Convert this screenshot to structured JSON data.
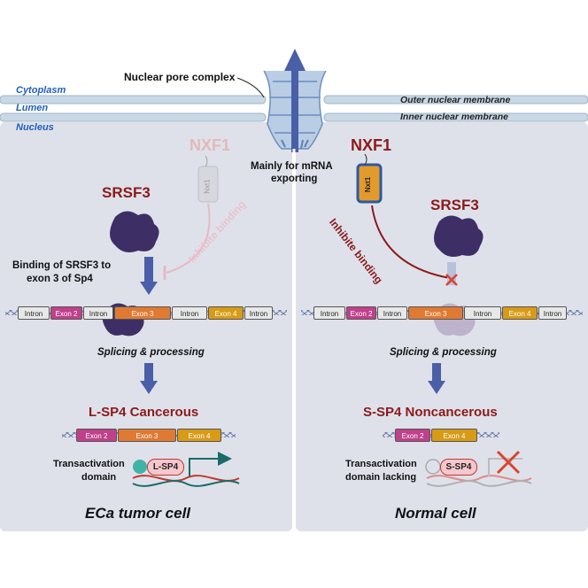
{
  "regions": {
    "cytoplasm": "Cytoplasm",
    "lumen": "Lumen",
    "nucleus": "Nucleus",
    "outer_membrane": "Outer nuclear membrane",
    "inner_membrane": "Inner nuclear membrane"
  },
  "pore": {
    "label": "Nuclear pore complex",
    "function_line1": "Mainly for mRNA",
    "function_line2": "exporting"
  },
  "left": {
    "nxf1": "NXF1",
    "nxt1": "Nxt1",
    "srsf3": "SRSF3",
    "inhibit": "Inhibite binding",
    "binding_line1": "Binding of SRSF3 to",
    "binding_line2": "exon 3 of  Sp4",
    "gene": [
      "Intron",
      "Exon 2",
      "Intron",
      "Exon 3",
      "Intron",
      "Exon 4",
      "Intron"
    ],
    "splicing": "Splicing & processing",
    "product": "L-SP4  Cancerous",
    "mrna": [
      "Exon 2",
      "Exon 3",
      "Exon 4"
    ],
    "protein": "L-SP4",
    "domain_line1": "Transactivation",
    "domain_line2": "domain",
    "caption": "ECa tumor cell"
  },
  "right": {
    "nxf1": "NXF1",
    "nxt1": "Nxt1",
    "srsf3": "SRSF3",
    "inhibit": "Inhibite binding",
    "gene": [
      "Intron",
      "Exon 2",
      "Intron",
      "Exon 3",
      "Intron",
      "Exon 4",
      "Intron"
    ],
    "splicing": "Splicing & processing",
    "product": "S-SP4  Noncancerous",
    "mrna": [
      "Exon 2",
      "Exon 4"
    ],
    "protein": "S-SP4",
    "domain_line1": "Transactivation",
    "domain_line2": "domain lacking",
    "caption": "Normal cell"
  },
  "colors": {
    "panel": "#dfe1ea",
    "membrane": "#c9d8e6",
    "arrow": "#4a5fa8",
    "srsf3": "#3d2f66",
    "dark_red": "#8b1a1a",
    "exon2": "#c0408c",
    "exon3": "#e07a32",
    "exon4": "#d79b16"
  }
}
